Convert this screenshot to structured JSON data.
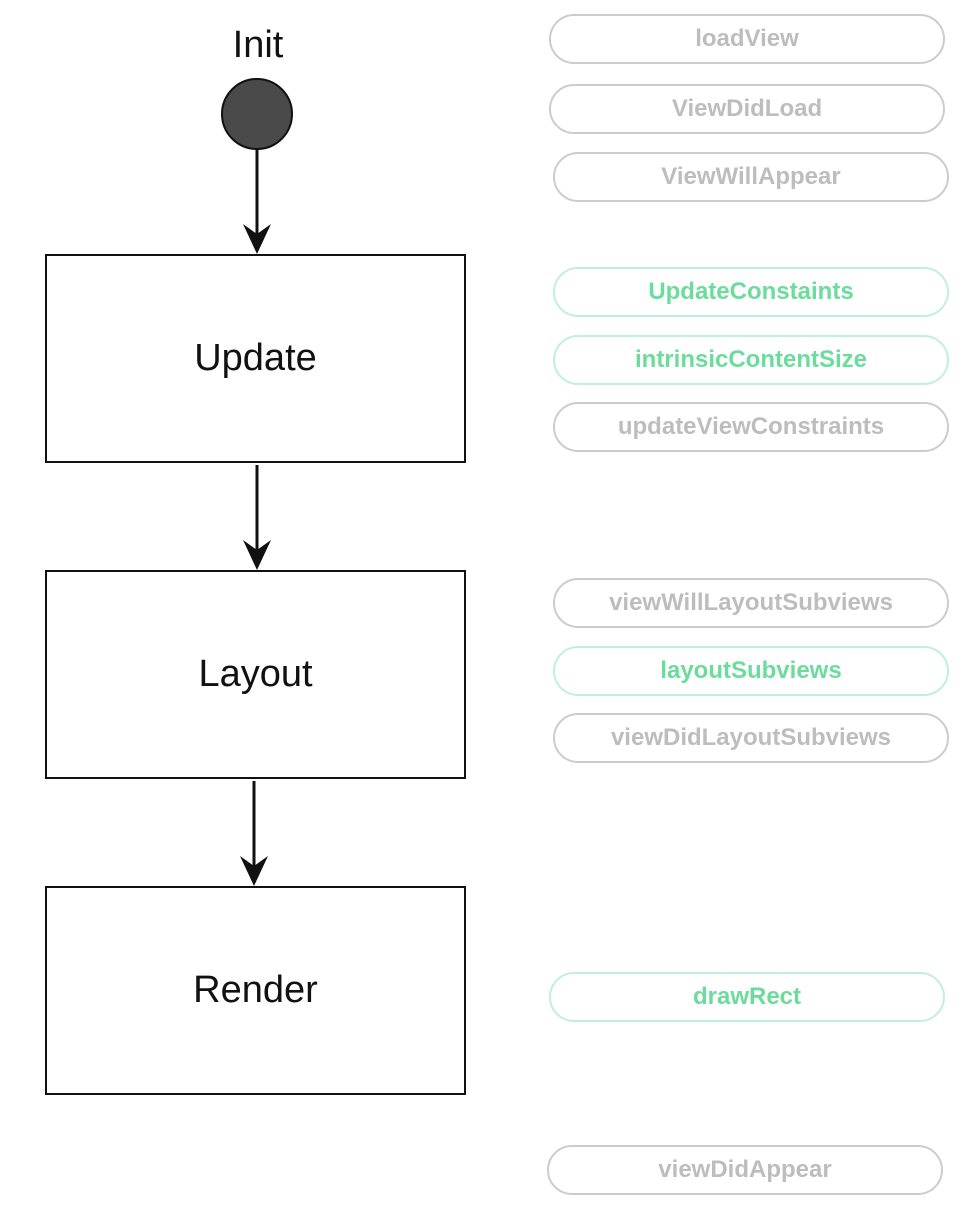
{
  "init_label": "Init",
  "stages": {
    "update": "Update",
    "layout": "Layout",
    "render": "Render"
  },
  "methods": {
    "load_view": "loadView",
    "view_did_load": "ViewDidLoad",
    "view_will_appear": "ViewWillAppear",
    "update_constraints": "UpdateConstaints",
    "intrinsic_content_size": "intrinsicContentSize",
    "update_view_constraints": "updateViewConstraints",
    "view_will_layout_subviews": "viewWillLayoutSubviews",
    "layout_subviews": "layoutSubviews",
    "view_did_layout_subviews": "viewDidLayoutSubviews",
    "draw_rect": "drawRect",
    "view_did_appear": "viewDidAppear"
  },
  "colors": {
    "highlight_text": "#6cdc9c",
    "highlight_border": "#bff0df",
    "muted_text": "#bdbdbd",
    "muted_border": "#cccccc",
    "init_fill": "#4a4a4a"
  }
}
